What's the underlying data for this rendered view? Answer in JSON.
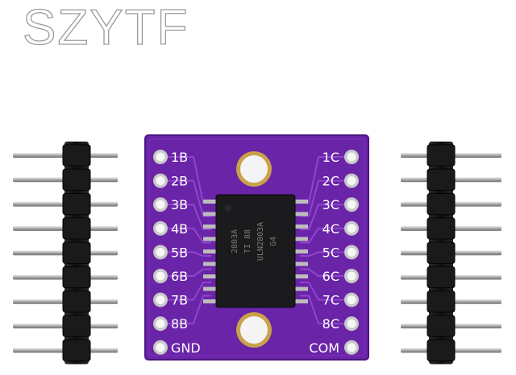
{
  "watermark": "SZYTF",
  "board": {
    "left_labels": [
      "1B",
      "2B",
      "3B",
      "4B",
      "5B",
      "6B",
      "7B",
      "8B",
      "GND"
    ],
    "right_labels": [
      "1C",
      "2C",
      "3C",
      "4C",
      "5C",
      "6C",
      "7C",
      "8C",
      "COM"
    ],
    "chip_marking": [
      "2803A",
      "TI 88",
      "ULN2803A",
      "G4"
    ]
  },
  "colors": {
    "pcb": "#6a24a8",
    "pcb_edge": "#4b1680",
    "trace": "#8e46cc",
    "pad": "#e2e2e2",
    "chip": "#1b1b1d",
    "header": "#151515",
    "pin": "#b8b8b8",
    "label": "#ffffff"
  }
}
